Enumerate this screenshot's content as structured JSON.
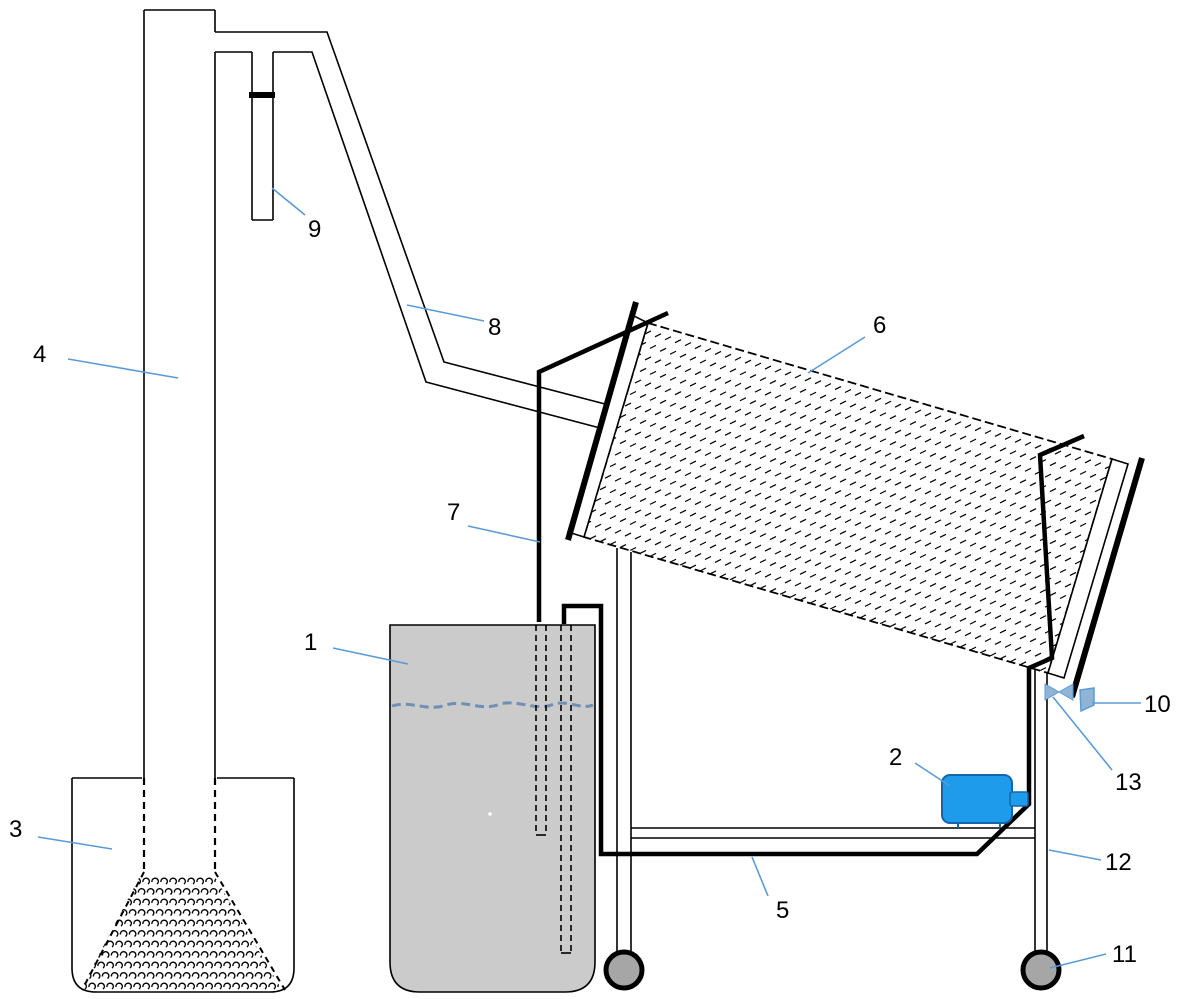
{
  "callouts": [
    {
      "id": "c1",
      "label": "1"
    },
    {
      "id": "c2",
      "label": "2"
    },
    {
      "id": "c3",
      "label": "3"
    },
    {
      "id": "c4",
      "label": "4"
    },
    {
      "id": "c5",
      "label": "5"
    },
    {
      "id": "c6",
      "label": "6"
    },
    {
      "id": "c7",
      "label": "7"
    },
    {
      "id": "c8",
      "label": "8"
    },
    {
      "id": "c9",
      "label": "9"
    },
    {
      "id": "c10",
      "label": "10"
    },
    {
      "id": "c11",
      "label": "11"
    },
    {
      "id": "c12",
      "label": "12"
    },
    {
      "id": "c13",
      "label": "13"
    }
  ],
  "colors": {
    "line": "#000000",
    "leader": "#5b9bd5",
    "tank_fill": "#cbcbcb",
    "water_line": "#6f8fb5",
    "motor": "#1e9bea",
    "wheel_fill": "#a6a6a6",
    "nozzle": "#8fb4d6"
  }
}
